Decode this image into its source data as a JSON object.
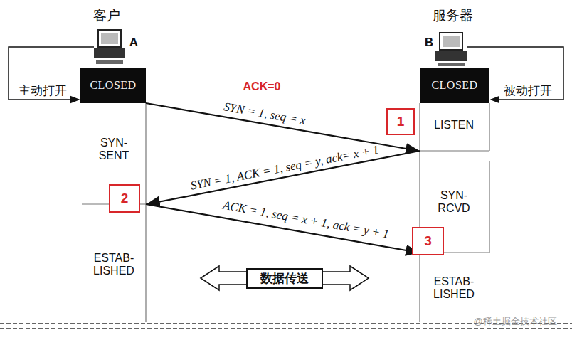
{
  "diagram": {
    "nodes": [
      {
        "text": [
          "CLOSED"
        ]
      },
      {
        "text": [
          "CLOSED"
        ]
      },
      {
        "text": [
          "1"
        ]
      },
      {
        "text": [
          "2"
        ]
      },
      {
        "text": [
          "3"
        ]
      },
      {
        "text": [
          "数据传送"
        ]
      }
    ],
    "labels": [
      "客户",
      "A",
      "服务器",
      "B",
      "主动打开",
      "被动打开",
      "ACK=0",
      "SYN = 1, seq = x",
      "LISTEN",
      "SYN- SENT",
      "SYN = 1, ACK = 1, seq = y, ack= x + 1",
      "SYN- RCVD",
      "ACK = 1, seq = x + 1, ack = y + 1",
      "ESTAB- LISHED",
      "ESTAB- LISHED",
      "@稀土掘金技术社区"
    ]
  }
}
